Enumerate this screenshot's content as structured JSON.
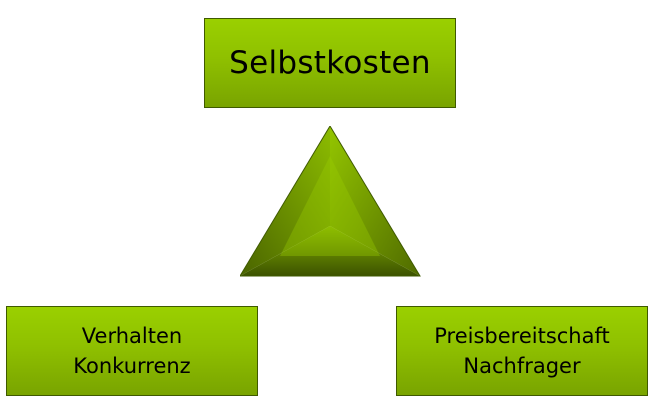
{
  "diagram": {
    "top_box": {
      "label": "Selbstkosten"
    },
    "left_box": {
      "line1": "Verhalten",
      "line2": "Konkurrenz"
    },
    "right_box": {
      "line1": "Preisbereitschaft",
      "line2": "Nachfrager"
    },
    "center_shape": "triangle-icon"
  },
  "colors": {
    "box_light": "#9ad000",
    "box_dark": "#79a400",
    "triangle_highlight": "#9ccf00",
    "triangle_shadow": "#3c5200",
    "border": "#3f5a00"
  }
}
